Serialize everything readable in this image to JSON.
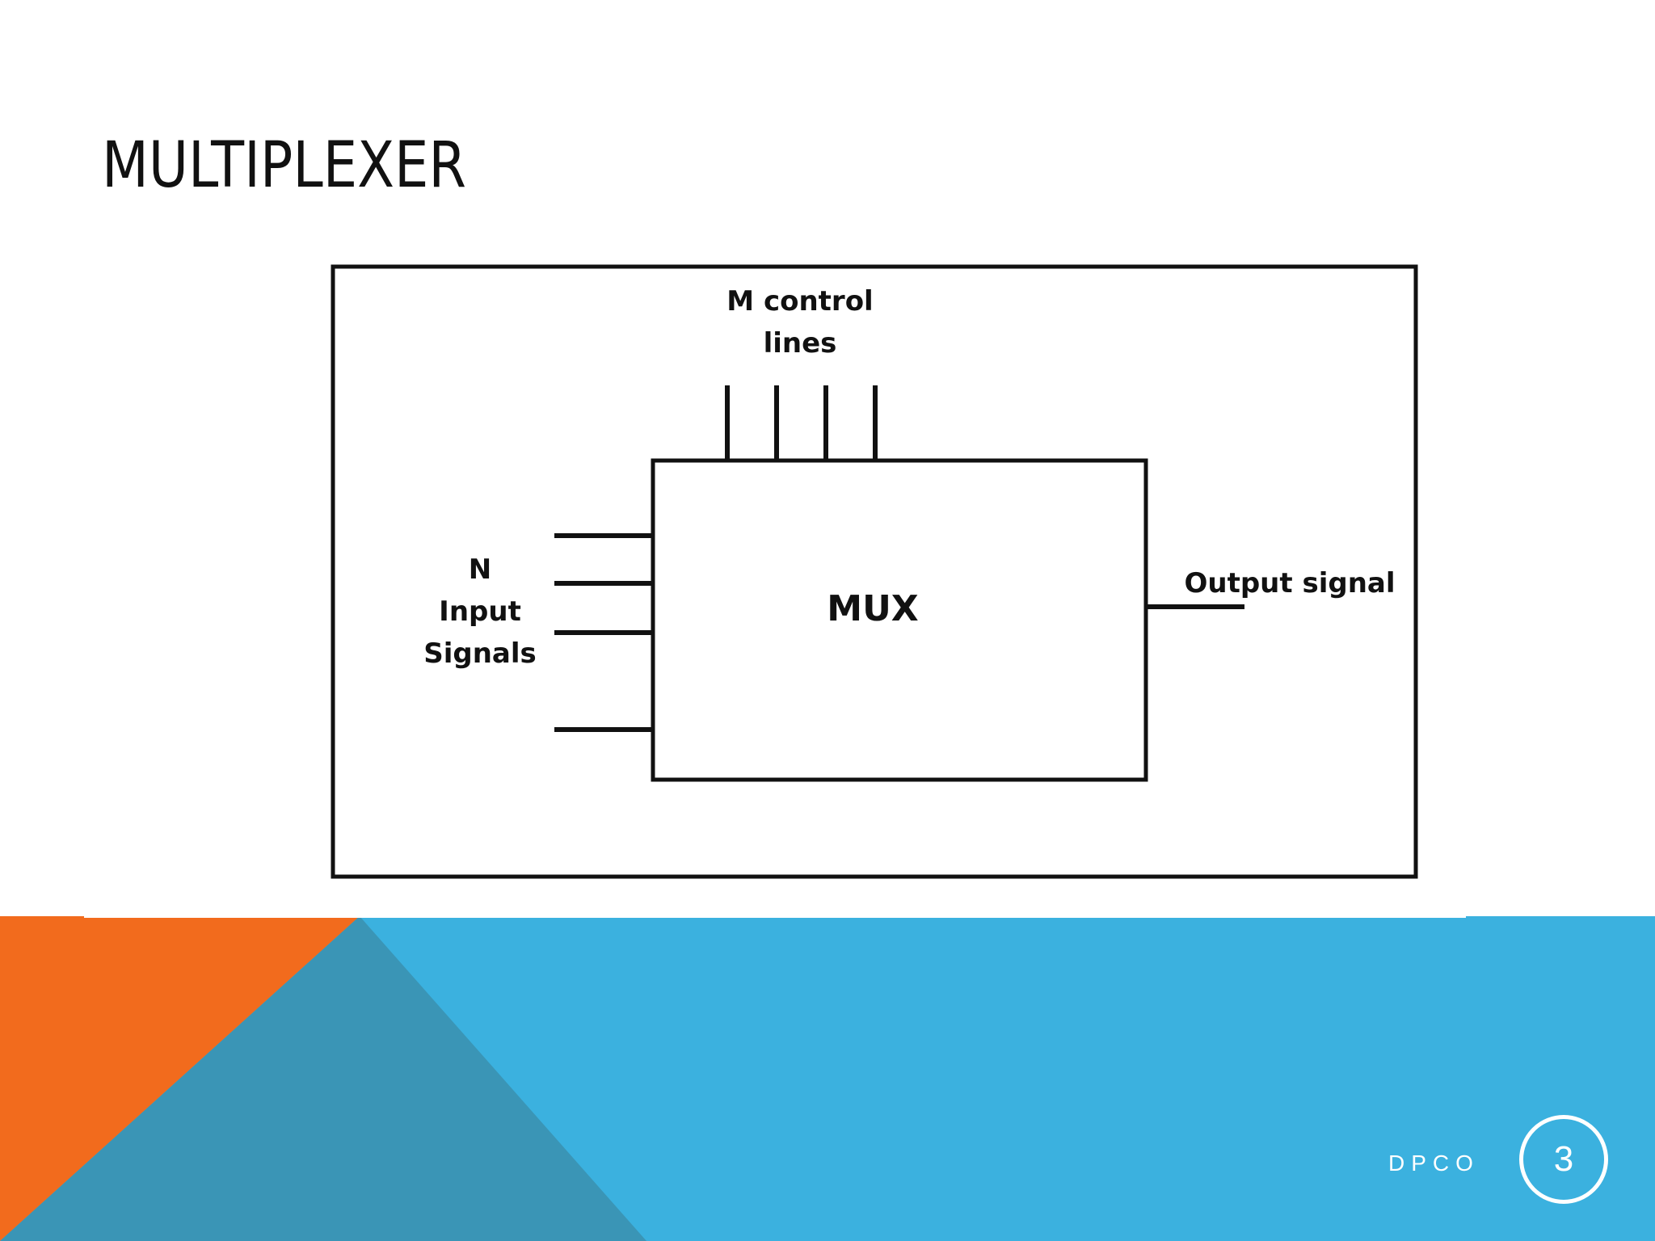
{
  "slide": {
    "title": "MULTIPLEXER",
    "footer_label": "DPCO",
    "page_number": "3"
  },
  "diagram": {
    "box_label": "MUX",
    "control_label_line1": "M control",
    "control_label_line2": "lines",
    "input_label_line1": "N",
    "input_label_line2": "Input",
    "input_label_line3": "Signals",
    "output_label": "Output signal"
  },
  "colors": {
    "orange": "#F26B1D",
    "blue": "#3BB1DF",
    "teal": "#3A95B6",
    "white": "#FFFFFF",
    "line": "#111111"
  }
}
